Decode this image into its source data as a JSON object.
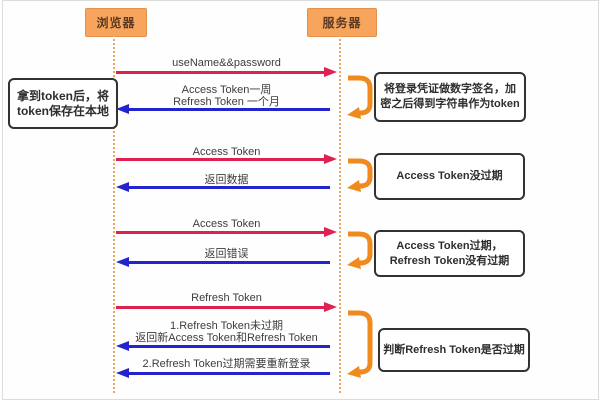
{
  "diagram": {
    "actors": [
      {
        "label": "浏览器"
      },
      {
        "label": "服务器"
      }
    ],
    "messages": [
      {
        "line1": "useName&&password",
        "direction": "right"
      },
      {
        "line1": "Access Token一周",
        "line2": "Refresh Token 一个月",
        "direction": "left"
      },
      {
        "line1": "Access Token",
        "direction": "right"
      },
      {
        "line1": "返回数据",
        "direction": "left"
      },
      {
        "line1": "Access Token",
        "direction": "right"
      },
      {
        "line1": "返回错误",
        "direction": "left"
      },
      {
        "line1": "Refresh Token",
        "direction": "right"
      },
      {
        "line1": "1.Refresh Token未过期",
        "line2": "返回新Access Token和Refresh Token",
        "direction": "left"
      },
      {
        "line1": "2.Refresh Token过期需要重新登录",
        "direction": "left"
      }
    ],
    "notes": [
      {
        "line1": "拿到token后，将",
        "line2": "token保存在本地"
      },
      {
        "line1": "将登录凭证做数字签名，加",
        "line2": "密之后得到字符串作为token"
      },
      {
        "line1": "Access Token没过期",
        "line2": ""
      },
      {
        "line1": "Access Token过期，",
        "line2": "Refresh Token没有过期"
      },
      {
        "line1": "判断Refresh Token是否过期",
        "line2": ""
      }
    ],
    "colors": {
      "actor_fill": "#F7A45C",
      "request_arrow": "#DD2150",
      "response_arrow": "#2424CE",
      "loop_arrow": "#F18A1E",
      "lifeline": "#EDA65F"
    }
  }
}
